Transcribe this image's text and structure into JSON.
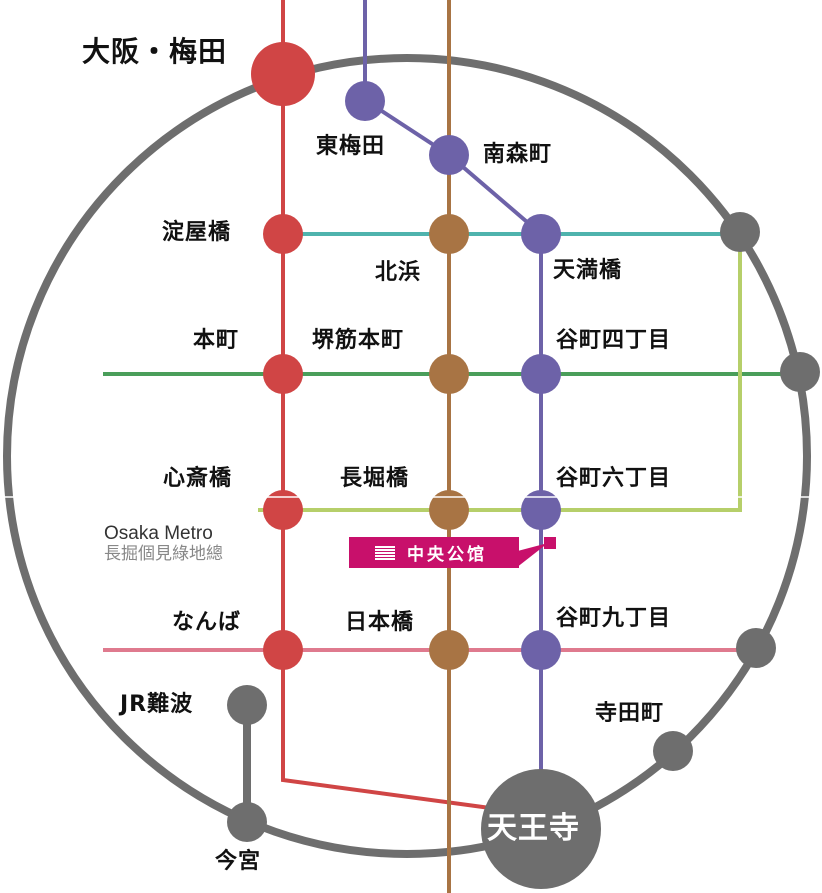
{
  "map": {
    "colors": {
      "loop": "#6e6e6e",
      "midosuji": "#d04545",
      "tanimachi": "#6d62a8",
      "sakaisuji": "#a87444",
      "keihan_teal": "#4fb3ad",
      "chuo_green": "#4a9e5a",
      "nagahori_lime": "#b6cf6a",
      "sennichimae_pink": "#df7a8e",
      "jr_gray": "#6e6e6e",
      "callout": "#c8106b"
    },
    "stations": {
      "umeda": "大阪・梅田",
      "higashi_umeda": "東梅田",
      "minamimorimachi": "南森町",
      "yodoyabashi": "淀屋橋",
      "kitahama": "北浜",
      "temmabashi": "天満橋",
      "hommachi": "本町",
      "sakaisuji_hommachi": "堺筋本町",
      "tanimachi4": "谷町四丁目",
      "shinsaibashi": "心斎橋",
      "nagahoribashi": "長堀橋",
      "tanimachi6": "谷町六丁目",
      "namba": "なんば",
      "nipponbashi": "日本橋",
      "tanimachi9": "谷町九丁目",
      "jr_namba": "JR難波",
      "imamiya": "今宮",
      "teradacho": "寺田町",
      "tennoji": "天王寺"
    },
    "metro_note": {
      "line1": "Osaka Metro",
      "line2": "長掘個見綠地總"
    },
    "property": {
      "label": "中央公馆",
      "icon": "building-icon"
    }
  }
}
